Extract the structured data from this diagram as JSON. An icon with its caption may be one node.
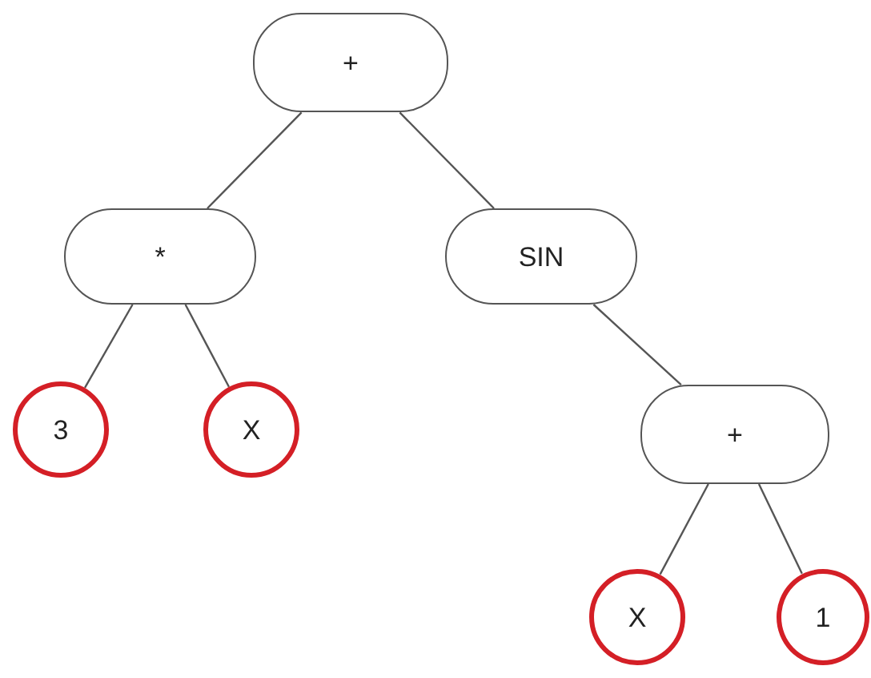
{
  "diagram": {
    "nodes": [
      {
        "text": [
          "+"
        ]
      },
      {
        "text": [
          "*"
        ]
      },
      {
        "text": [
          "SIN"
        ]
      },
      {
        "text": [
          "3"
        ]
      },
      {
        "text": [
          "X"
        ]
      },
      {
        "text": [
          "+"
        ]
      },
      {
        "text": [
          "X"
        ]
      },
      {
        "text": [
          "1"
        ]
      }
    ],
    "edges": [
      {
        "from": 0,
        "to": 1,
        "arrow": "none"
      },
      {
        "from": 0,
        "to": 2,
        "arrow": "none"
      },
      {
        "from": 1,
        "to": 3,
        "arrow": "none"
      },
      {
        "from": 1,
        "to": 4,
        "arrow": "none"
      },
      {
        "from": 2,
        "to": 5,
        "arrow": "none"
      },
      {
        "from": 5,
        "to": 6,
        "arrow": "none"
      },
      {
        "from": 5,
        "to": 7,
        "arrow": "none"
      }
    ]
  }
}
